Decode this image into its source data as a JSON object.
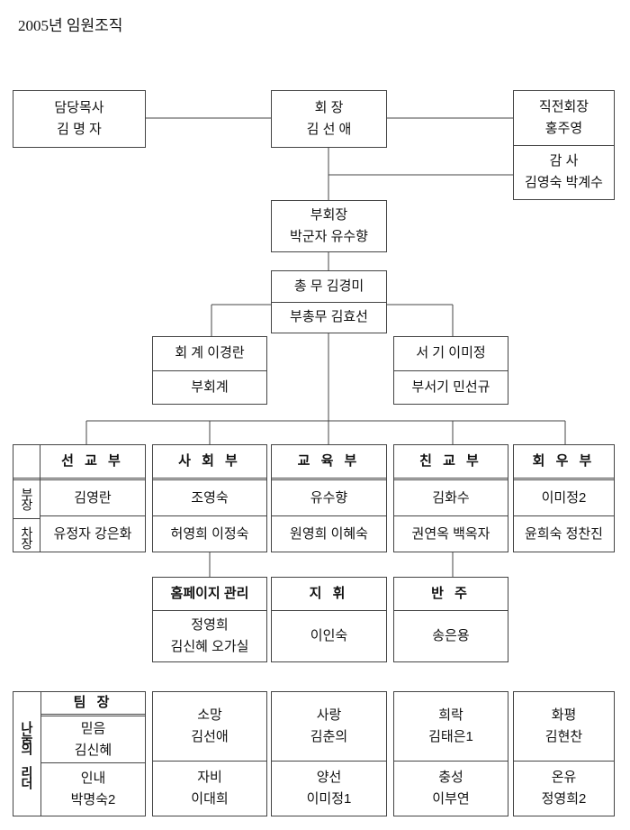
{
  "title": "2005년 임원조직",
  "pastor": {
    "role": "담당목사",
    "name": "김 명 자"
  },
  "president": {
    "role": "회 장",
    "name": "김 선 애"
  },
  "former_president": {
    "role": "직전회장",
    "name": "홍주영"
  },
  "auditor": {
    "role": "감 사",
    "name": "김영숙 박계수"
  },
  "vice_president": {
    "role": "부회장",
    "name": "박군자 유수향"
  },
  "general_affairs": {
    "line1": "총 무 김경미",
    "line2": "부총무 김효선"
  },
  "accounting": {
    "line1": "회 계 이경란",
    "line2": "부회계"
  },
  "secretary": {
    "line1": "서 기 이미정",
    "line2": "부서기 민선규"
  },
  "row_labels": {
    "head": "부장",
    "deputy": "차장"
  },
  "departments": [
    {
      "name": "선 교 부",
      "head": "김영란",
      "deputy": "유정자 강은화"
    },
    {
      "name": "사 회 부",
      "head": "조영숙",
      "deputy": "허영희 이정숙"
    },
    {
      "name": "교 육 부",
      "head": "유수향",
      "deputy": "원영희 이혜숙"
    },
    {
      "name": "친 교 부",
      "head": "김화수",
      "deputy": "권연옥 백옥자"
    },
    {
      "name": "회 우 부",
      "head": "이미정2",
      "deputy": "윤희숙 정찬진"
    }
  ],
  "sub_units": [
    {
      "name": "홈페이지 관리",
      "line1": "정영희",
      "line2": "김신혜 오가실"
    },
    {
      "name": "지 휘",
      "line1": "이인숙",
      "line2": ""
    },
    {
      "name": "반 주",
      "line1": "송은용",
      "line2": ""
    }
  ],
  "leaders": {
    "label": "나눔의 리더",
    "team_leader_label": "팀 장",
    "groups": [
      {
        "top_team": "믿음",
        "top_name": "김신혜",
        "bottom_team": "인내",
        "bottom_name": "박명숙2"
      },
      {
        "top_team": "소망",
        "top_name": "김선애",
        "bottom_team": "자비",
        "bottom_name": "이대희"
      },
      {
        "top_team": "사랑",
        "top_name": "김춘의",
        "bottom_team": "양선",
        "bottom_name": "이미정1"
      },
      {
        "top_team": "희락",
        "top_name": "김태은1",
        "bottom_team": "충성",
        "bottom_name": "이부연"
      },
      {
        "top_team": "화평",
        "top_name": "김현찬",
        "bottom_team": "온유",
        "bottom_name": "정영희2"
      }
    ]
  }
}
